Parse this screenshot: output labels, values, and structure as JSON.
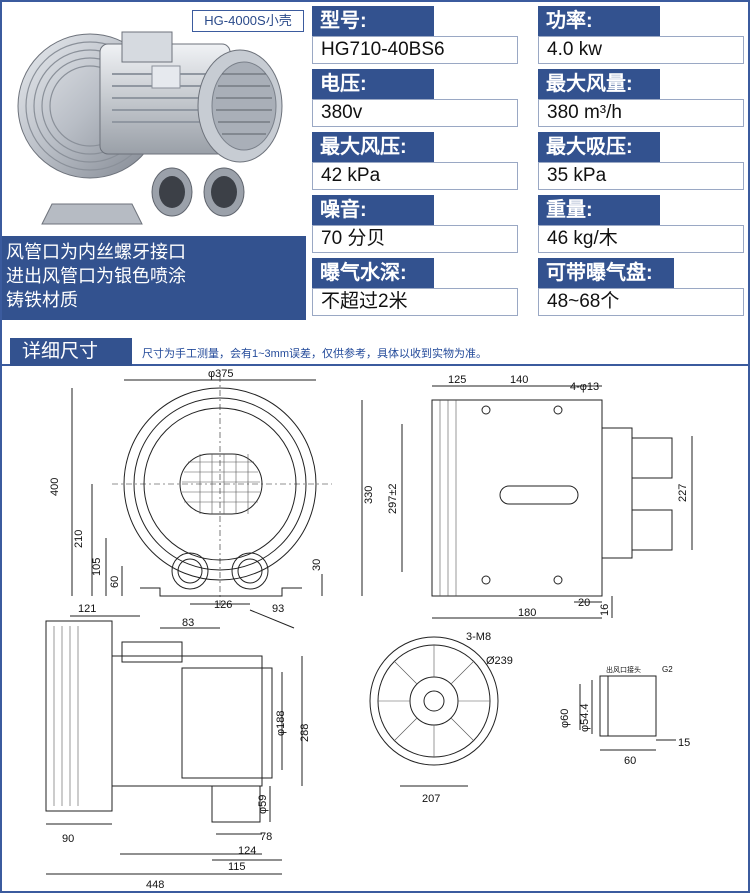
{
  "model_badge": "HG-4000S小壳",
  "features": [
    "风管口为内丝螺牙接口",
    "进出风管口为银色喷涂",
    "铸铁材质"
  ],
  "specs": [
    {
      "label": "型号:",
      "value": "HG710-40BS6"
    },
    {
      "label": "功率:",
      "value": "4.0 kw"
    },
    {
      "label": "电压:",
      "value": "380v"
    },
    {
      "label": "最大风量:",
      "value": "380 m³/h"
    },
    {
      "label": "最大风压:",
      "value": "42 kPa"
    },
    {
      "label": "最大吸压:",
      "value": "35 kPa"
    },
    {
      "label": "噪音:",
      "value": "70 分贝"
    },
    {
      "label": "重量:",
      "value": "46 kg/木"
    },
    {
      "label": "曝气水深:",
      "value": "不超过2米"
    },
    {
      "label": "可带曝气盘:",
      "value": "48~68个"
    }
  ],
  "section": {
    "title": "详细尺寸",
    "note": "尺寸为手工测量，会有1~3mm误差，仅供参考，具体以收到实物为准。"
  },
  "dimensions": {
    "front": {
      "dia": "φ375",
      "h400": "400",
      "h210": "210",
      "h105": "105",
      "h60": "60",
      "h30": "30",
      "w121": "121",
      "w126": "126",
      "w83": "83",
      "w93": "93"
    },
    "side": {
      "w125": "125",
      "w140": "140",
      "holes": "4-φ13",
      "h330": "330",
      "h297": "297±2",
      "h227": "227",
      "w180": "180",
      "w20": "20",
      "w16": "16"
    },
    "bottom": {
      "d188": "φ188",
      "h288": "288",
      "d59": "φ59",
      "w90": "90",
      "w78": "78",
      "w124": "124",
      "w115": "115",
      "w448": "448"
    },
    "flange": {
      "screws": "3-M8",
      "d239": "Ø239",
      "w207": "207"
    },
    "pipe": {
      "d60": "φ60",
      "d54": "φ54.4",
      "w60": "60",
      "w15": "15",
      "g2": "G2",
      "note": "出风口接头"
    }
  }
}
